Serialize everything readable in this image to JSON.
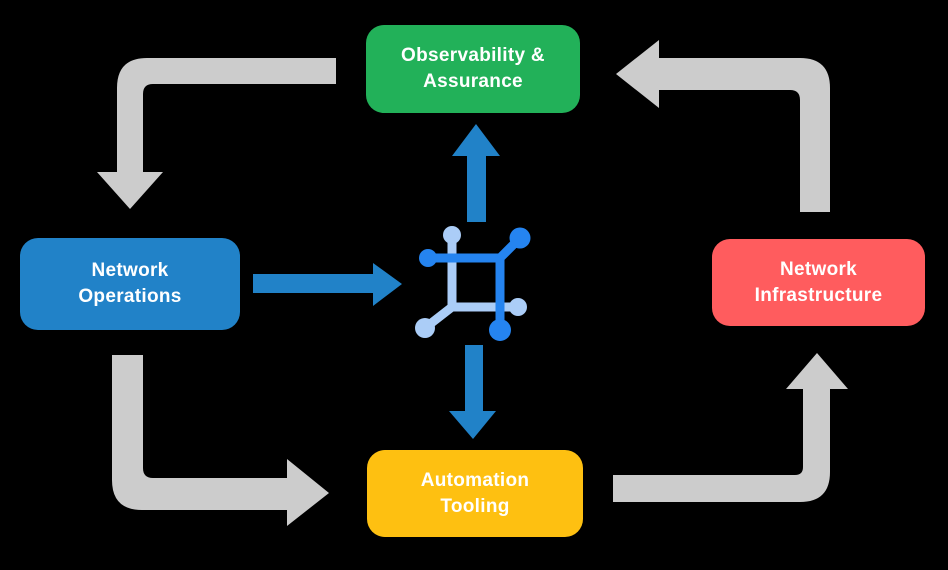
{
  "colors": {
    "background": "#000000",
    "observability_green": "#22b159",
    "operations_blue": "#2182c8",
    "infrastructure_red": "#ff5c5e",
    "automation_yellow": "#fec011",
    "arrow_gray": "#cccccc",
    "flow_arrow_blue": "#2182c8",
    "icon_dark_blue": "#2584f0",
    "icon_light_blue": "#abcdf7",
    "label_text": "#ffffff"
  },
  "nodes": {
    "observability": {
      "lines": [
        "Observability &",
        "Assurance"
      ]
    },
    "operations": {
      "lines": [
        "Network",
        "Operations"
      ]
    },
    "infrastructure": {
      "lines": [
        "Network",
        "Infrastructure"
      ]
    },
    "automation": {
      "lines": [
        "Automation",
        "Tooling"
      ]
    }
  },
  "center_icon": "network-fabric-icon",
  "flows": [
    {
      "from": "observability",
      "to": "operations",
      "style": "gray-elbow"
    },
    {
      "from": "operations",
      "to": "automation",
      "style": "gray-elbow"
    },
    {
      "from": "automation",
      "to": "infrastructure",
      "style": "gray-elbow"
    },
    {
      "from": "infrastructure",
      "to": "observability",
      "style": "gray-elbow"
    },
    {
      "from": "operations",
      "to": "center-icon",
      "style": "blue-straight"
    },
    {
      "from": "center-icon",
      "to": "observability",
      "style": "blue-straight"
    },
    {
      "from": "center-icon",
      "to": "automation",
      "style": "blue-straight"
    }
  ]
}
